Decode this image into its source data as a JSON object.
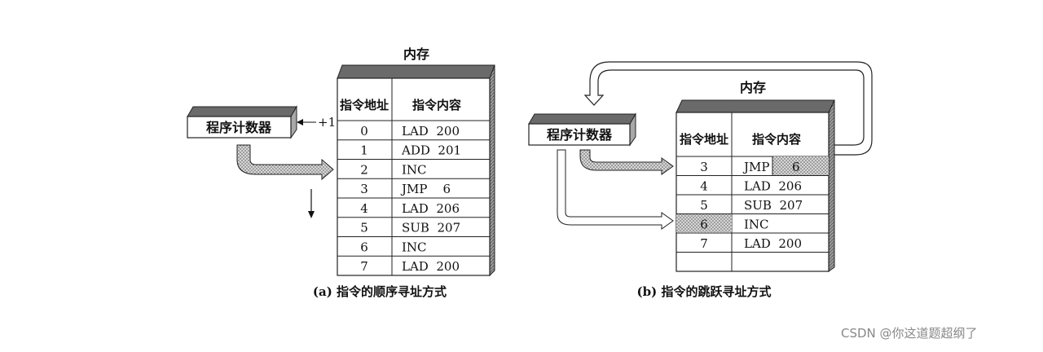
{
  "diagram_a": {
    "memory_title": "内存",
    "counter_label": "程序计数器",
    "increment_label": "+1",
    "col_address": "指令地址",
    "col_content": "指令内容",
    "rows": [
      {
        "addr": "0",
        "content": "LAD  200"
      },
      {
        "addr": "1",
        "content": "ADD  201"
      },
      {
        "addr": "2",
        "content": "INC"
      },
      {
        "addr": "3",
        "content": "JMP    6"
      },
      {
        "addr": "4",
        "content": "LAD  206"
      },
      {
        "addr": "5",
        "content": "SUB  207"
      },
      {
        "addr": "6",
        "content": "INC"
      },
      {
        "addr": "7",
        "content": "LAD  200"
      }
    ],
    "caption": "(a) 指令的顺序寻址方式"
  },
  "diagram_b": {
    "memory_title": "内存",
    "counter_label": "程序计数器",
    "col_address": "指令地址",
    "col_content": "指令内容",
    "rows": [
      {
        "addr": "3",
        "content": "JMP",
        "operand": "6"
      },
      {
        "addr": "4",
        "content": "LAD  206"
      },
      {
        "addr": "5",
        "content": "SUB  207"
      },
      {
        "addr": "6",
        "content": "INC"
      },
      {
        "addr": "7",
        "content": "LAD  200"
      }
    ],
    "caption": "(b) 指令的跳跃寻址方式"
  },
  "watermark": "CSDN @你这道题超纲了",
  "colors": {
    "box_top": "#6a6a6a",
    "box_side": "#a8a8a8",
    "stipple": "#bdbdbd"
  }
}
